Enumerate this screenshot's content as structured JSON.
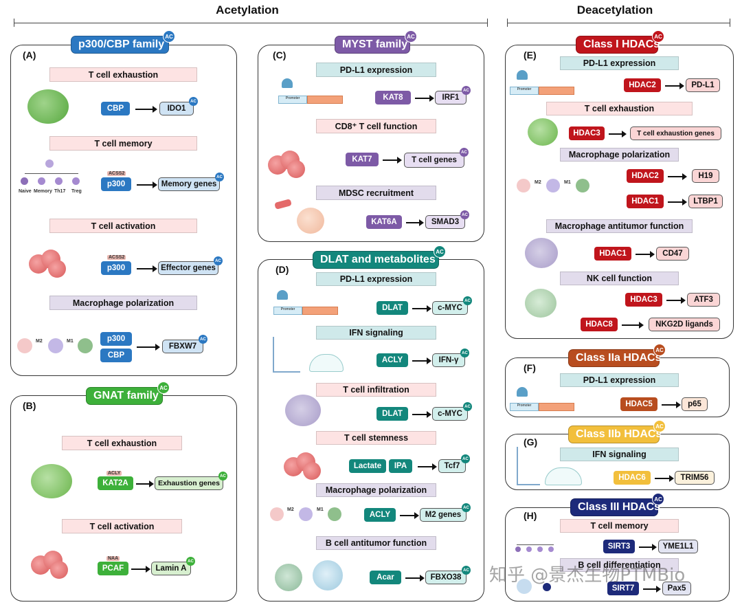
{
  "sections": {
    "acetylation": "Acetylation",
    "deacetylation": "Deacetylation"
  },
  "ac_badge": "AC",
  "panels": {
    "A": {
      "letter": "(A)",
      "title": "p300/CBP family",
      "headers": [
        "T cell exhaustion",
        "T cell memory",
        "T cell activation",
        "Macrophage polarization"
      ],
      "rows": [
        {
          "enzymes": [
            "CBP"
          ],
          "target": "IDO1"
        },
        {
          "cofactor": "ACSS2",
          "enzymes": [
            "p300"
          ],
          "target": "Memory genes"
        },
        {
          "cofactor": "ACSS2",
          "enzymes": [
            "p300"
          ],
          "target": "Effector genes"
        },
        {
          "enzymes": [
            "p300",
            "CBP"
          ],
          "target": "FBXW7"
        }
      ],
      "tcell_labels": [
        "Naive",
        "Memory",
        "Th17",
        "Treg"
      ],
      "macro_labels": [
        "M2",
        "M1"
      ]
    },
    "B": {
      "letter": "(B)",
      "title": "GNAT family",
      "headers": [
        "T cell exhaustion",
        "T cell activation"
      ],
      "rows": [
        {
          "cofactor": "ACLY",
          "enzymes": [
            "KAT2A"
          ],
          "target": "Exhaustion genes"
        },
        {
          "cofactor": "NAA",
          "enzymes": [
            "PCAF"
          ],
          "target": "Lamin A"
        }
      ]
    },
    "C": {
      "letter": "(C)",
      "title": "MYST family",
      "headers": [
        "PD-L1 expression",
        "CD8⁺ T cell function",
        "MDSC recruitment"
      ],
      "rows": [
        {
          "enzymes": [
            "KAT8"
          ],
          "target": "IRF1"
        },
        {
          "enzymes": [
            "KAT7"
          ],
          "target": "T cell genes"
        },
        {
          "enzymes": [
            "KAT6A"
          ],
          "target": "SMAD3"
        }
      ],
      "promoter": "Promoter"
    },
    "D": {
      "letter": "(D)",
      "title": "DLAT and metabolites",
      "headers": [
        "PD-L1 expression",
        "IFN signaling",
        "T cell infiltration",
        "T cell stemness",
        "Macrophage polarization",
        "B cell antitumor function"
      ],
      "rows": [
        {
          "enzymes": [
            "DLAT"
          ],
          "target": "c-MYC"
        },
        {
          "enzymes": [
            "ACLY"
          ],
          "target": "IFN-γ"
        },
        {
          "enzymes": [
            "DLAT"
          ],
          "target": "c-MYC"
        },
        {
          "enzymes": [
            "Lactate",
            "IPA"
          ],
          "target": "Tcf7"
        },
        {
          "enzymes": [
            "ACLY"
          ],
          "target": "M2 genes"
        },
        {
          "enzymes": [
            "Acar"
          ],
          "target": "FBXO38"
        }
      ],
      "macro_labels": [
        "M2",
        "M1"
      ],
      "promoter": "Promoter"
    },
    "E": {
      "letter": "(E)",
      "title": "Class I HDACs",
      "headers": [
        "PD-L1 expression",
        "T cell exhaustion",
        "Macrophage polarization",
        "Macrophage antitumor function",
        "NK cell function"
      ],
      "rows": [
        {
          "enzyme": "HDAC2",
          "target": "PD-L1"
        },
        {
          "enzyme": "HDAC3",
          "target": "T cell exhaustion genes"
        },
        {
          "enzyme": "HDAC2",
          "target": "H19"
        },
        {
          "enzyme": "HDAC1",
          "target": "LTBP1"
        },
        {
          "enzyme": "HDAC1",
          "target": "CD47"
        },
        {
          "enzyme": "HDAC3",
          "target": "ATF3"
        },
        {
          "enzyme": "HDAC8",
          "target": "NKG2D ligands"
        }
      ],
      "macro_labels": [
        "M2",
        "M1"
      ],
      "promoter": "Promoter"
    },
    "F": {
      "letter": "(F)",
      "title": "Class IIa HDACs",
      "headers": [
        "PD-L1 expression"
      ],
      "rows": [
        {
          "enzyme": "HDAC5",
          "target": "p65"
        }
      ],
      "promoter": "Promoter"
    },
    "G": {
      "letter": "(G)",
      "title": "Class IIb HDACs",
      "headers": [
        "IFN signaling"
      ],
      "rows": [
        {
          "enzyme": "HDAC6",
          "target": "TRIM56"
        }
      ]
    },
    "H": {
      "letter": "(H)",
      "title": "Class III HDACs",
      "headers": [
        "T cell memory",
        "B cell differentiation"
      ],
      "rows": [
        {
          "enzyme": "SIRT3",
          "target": "YME1L1"
        },
        {
          "enzyme": "SIRT7",
          "target": "Pax5"
        }
      ]
    }
  },
  "watermark": "知乎 @景杰生物PTMBio",
  "colors": {
    "p300": "#2b78c2",
    "gnat": "#3db03a",
    "myst": "#7d5aa6",
    "dlat": "#13877c",
    "class1": "#c0151c",
    "class2a": "#b84d1f",
    "class2b": "#f2bf3c",
    "class3": "#1d2a7a"
  }
}
